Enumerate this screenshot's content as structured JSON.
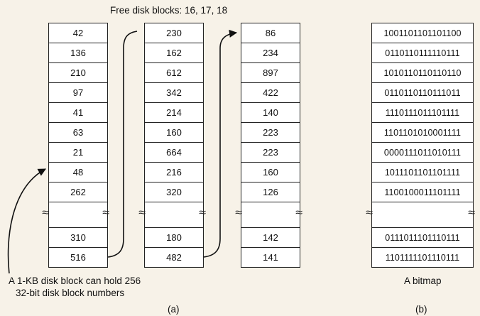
{
  "title": "Free disk blocks: 16, 17, 18",
  "linked_list": {
    "blocks": [
      {
        "top": [
          "42",
          "136",
          "210",
          "97",
          "41",
          "63",
          "21",
          "48",
          "262"
        ],
        "bottom": [
          "310",
          "516"
        ]
      },
      {
        "top": [
          "230",
          "162",
          "612",
          "342",
          "214",
          "160",
          "664",
          "216",
          "320"
        ],
        "bottom": [
          "180",
          "482"
        ]
      },
      {
        "top": [
          "86",
          "234",
          "897",
          "422",
          "140",
          "223",
          "223",
          "160",
          "126"
        ],
        "bottom": [
          "142",
          "141"
        ]
      }
    ],
    "annotation_line1": "A 1-KB disk block can hold 256",
    "annotation_line2": "32-bit disk block numbers",
    "caption": "(a)"
  },
  "bitmap": {
    "top": [
      "1001101101101100",
      "0110110111110111",
      "1010110110110110",
      "0110110110111011",
      "1110111011101111",
      "1101101010001111",
      "0000111011010111",
      "1011101101101111",
      "1100100011101111"
    ],
    "bottom": [
      "0111011101110111",
      "1101111101110111"
    ],
    "label": "A bitmap",
    "caption": "(b)"
  },
  "gap_symbol": "≈"
}
